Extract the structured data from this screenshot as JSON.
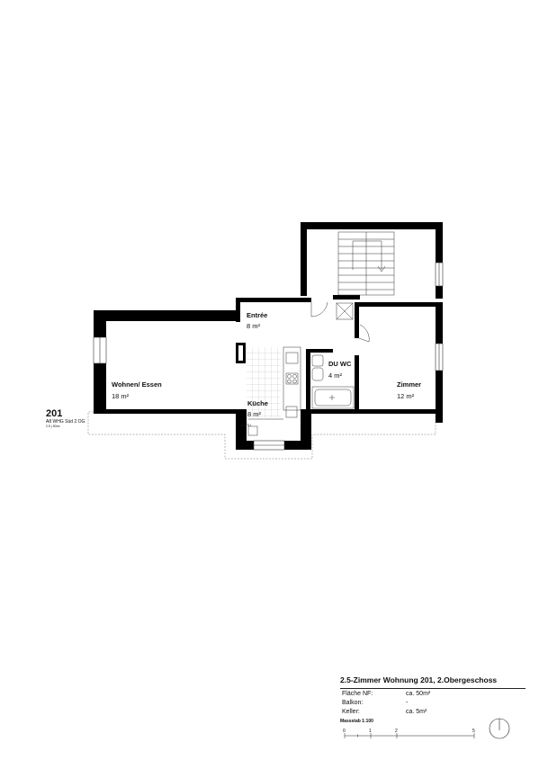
{
  "unit": {
    "number": "201",
    "subtitle": "A8 WHG Süd 2.OG",
    "sub2": "2.5 | 50m²"
  },
  "rooms": {
    "entree": {
      "name": "Entrée",
      "area": "8 m²"
    },
    "wohnen": {
      "name": "Wohnen/ Essen",
      "area": "18 m²"
    },
    "kueche": {
      "name": "Küche",
      "area": "8 m²"
    },
    "duwc": {
      "name": "DU WC",
      "area": "4 m²"
    },
    "zimmer": {
      "name": "Zimmer",
      "area": "12 m²"
    }
  },
  "appliance_label": "WM/TU",
  "info": {
    "title": "2.5-Zimmer Wohnung 201, 2.Obergeschoss",
    "rows": [
      {
        "label": "Fläche NF:",
        "value": "ca. 50m²"
      },
      {
        "label": "Balkon:",
        "value": "-"
      },
      {
        "label": "Keller:",
        "value": "ca. 5m²"
      }
    ]
  },
  "scale": {
    "title": "Massstab 1:100",
    "ticks": [
      "0",
      "1",
      "2",
      "5"
    ]
  },
  "colors": {
    "wall": "#000000",
    "line": "#333333",
    "dashed": "#777777"
  },
  "icons": [
    "north-arrow-icon"
  ]
}
